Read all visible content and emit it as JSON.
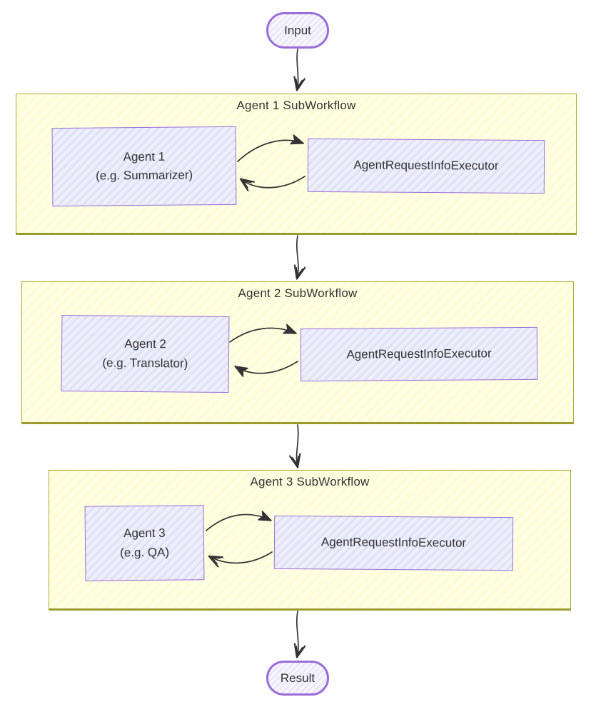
{
  "diagram": {
    "type": "flowchart",
    "start_node": {
      "label": "Input"
    },
    "end_node": {
      "label": "Result"
    },
    "subworkflows": [
      {
        "title": "Agent 1 SubWorkflow",
        "agent": {
          "name": "Agent 1",
          "example": "(e.g. Summarizer)"
        },
        "executor": {
          "name": "AgentRequestInfoExecutor"
        }
      },
      {
        "title": "Agent 2 SubWorkflow",
        "agent": {
          "name": "Agent 2",
          "example": "(e.g. Translator)"
        },
        "executor": {
          "name": "AgentRequestInfoExecutor"
        }
      },
      {
        "title": "Agent 3 SubWorkflow",
        "agent": {
          "name": "Agent 3",
          "example": "(e.g. QA)"
        },
        "executor": {
          "name": "AgentRequestInfoExecutor"
        }
      }
    ],
    "edges": [
      {
        "from": "Input",
        "to": "Agent 1 SubWorkflow",
        "type": "arrow"
      },
      {
        "from": "Agent 1",
        "to": "AgentRequestInfoExecutor",
        "type": "arrow"
      },
      {
        "from": "AgentRequestInfoExecutor",
        "to": "Agent 1",
        "type": "arrow"
      },
      {
        "from": "Agent 1 SubWorkflow",
        "to": "Agent 2 SubWorkflow",
        "type": "arrow"
      },
      {
        "from": "Agent 2",
        "to": "AgentRequestInfoExecutor",
        "type": "arrow"
      },
      {
        "from": "AgentRequestInfoExecutor",
        "to": "Agent 2",
        "type": "arrow"
      },
      {
        "from": "Agent 2 SubWorkflow",
        "to": "Agent 3 SubWorkflow",
        "type": "arrow"
      },
      {
        "from": "Agent 3",
        "to": "AgentRequestInfoExecutor",
        "type": "arrow"
      },
      {
        "from": "AgentRequestInfoExecutor",
        "to": "Agent 3",
        "type": "arrow"
      },
      {
        "from": "Agent 3 SubWorkflow",
        "to": "Result",
        "type": "arrow"
      }
    ],
    "colors": {
      "cluster_fill": "#ffffde",
      "cluster_border": "#aaaa33",
      "node_fill": "#ececff",
      "node_border": "#9370db",
      "text": "#333333",
      "arrow": "#333333"
    }
  }
}
